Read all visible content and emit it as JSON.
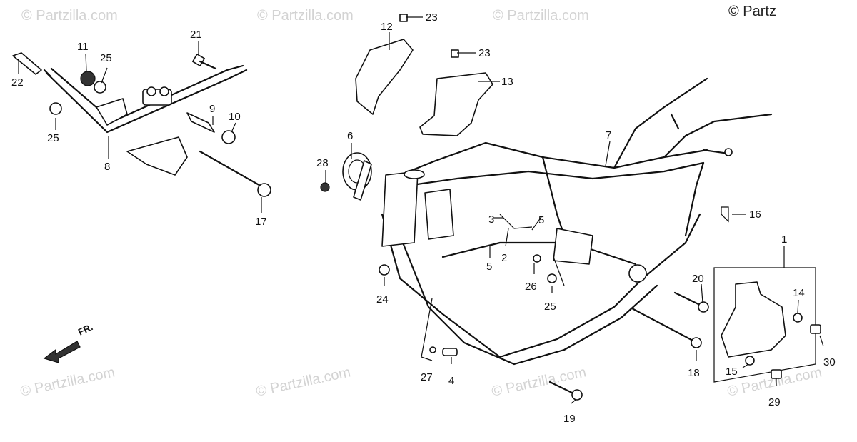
{
  "copyright": "© Partz",
  "watermark": "© Partzilla.com",
  "direction_label": "FR.",
  "callouts": {
    "c1": "1",
    "c2": "2",
    "c3": "3",
    "c4": "4",
    "c5a": "5",
    "c5b": "5",
    "c6": "6",
    "c7": "7",
    "c8": "8",
    "c9": "9",
    "c10": "10",
    "c11": "11",
    "c12": "12",
    "c13": "13",
    "c14": "14",
    "c15": "15",
    "c16": "16",
    "c17": "17",
    "c18": "18",
    "c19": "19",
    "c20": "20",
    "c21": "21",
    "c22": "22",
    "c23a": "23",
    "c23b": "23",
    "c24": "24",
    "c25a": "25",
    "c25b": "25",
    "c25c": "25",
    "c26": "26",
    "c27": "27",
    "c28": "28",
    "c29": "29",
    "c30": "30"
  }
}
